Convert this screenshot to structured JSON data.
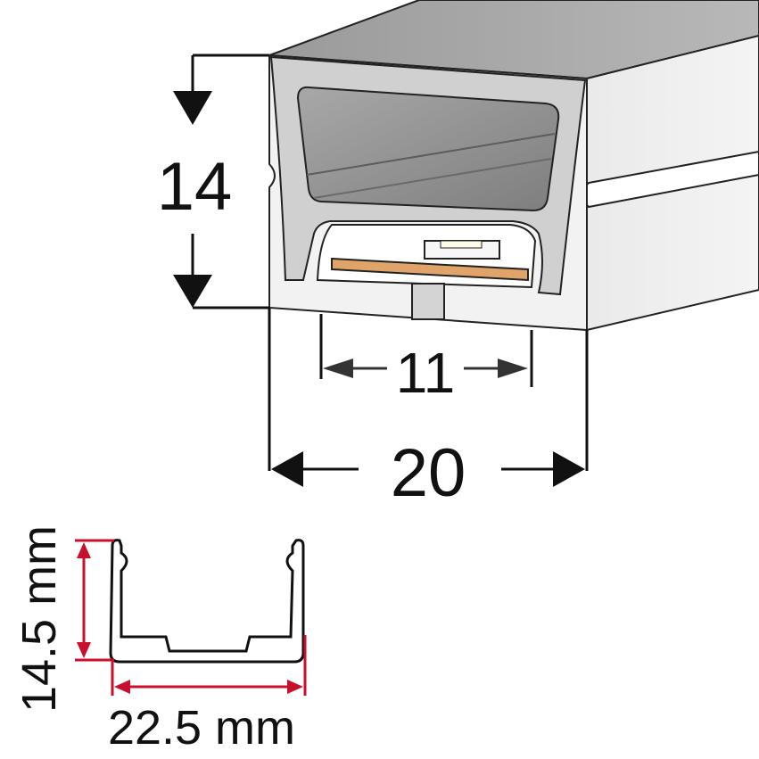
{
  "profile_dimensions": {
    "height": "14",
    "inner_width": "11",
    "outer_width": "20"
  },
  "channel_dimensions": {
    "height": "14.5 mm",
    "width": "22.5 mm"
  },
  "colors": {
    "neon_body": "#d4d4d4",
    "diffuser_window": "#8f8f8f",
    "led_pcb": "#e0a46a",
    "channel_outline": "#111111",
    "channel_dimension_lines": "#c8102e"
  }
}
